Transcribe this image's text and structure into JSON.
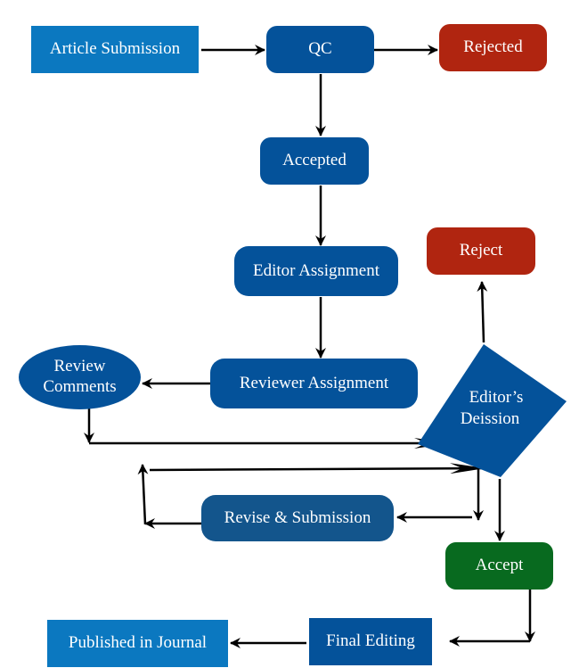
{
  "title": "Article review workflow",
  "colors": {
    "submission": "#0b78c0",
    "process": "#04529a",
    "rejected": "#b02510",
    "accepted_final": "#086a1f",
    "arrow": "#000000"
  },
  "nodes": {
    "article_submission": "Article Submission",
    "qc": "QC",
    "rejected": "Rejected",
    "accepted": "Accepted",
    "editor_assignment": "Editor Assignment",
    "reject": "Reject",
    "review_comments_line1": "Review",
    "review_comments_line2": "Comments",
    "reviewer_assignment": "Reviewer Assignment",
    "editors_decision_line1": "Editor’s",
    "editors_decision_line2": "Deission",
    "revise_submission": "Revise & Submission",
    "accept": "Accept",
    "final_editing": "Final Editing",
    "published": "Published in Journal"
  }
}
